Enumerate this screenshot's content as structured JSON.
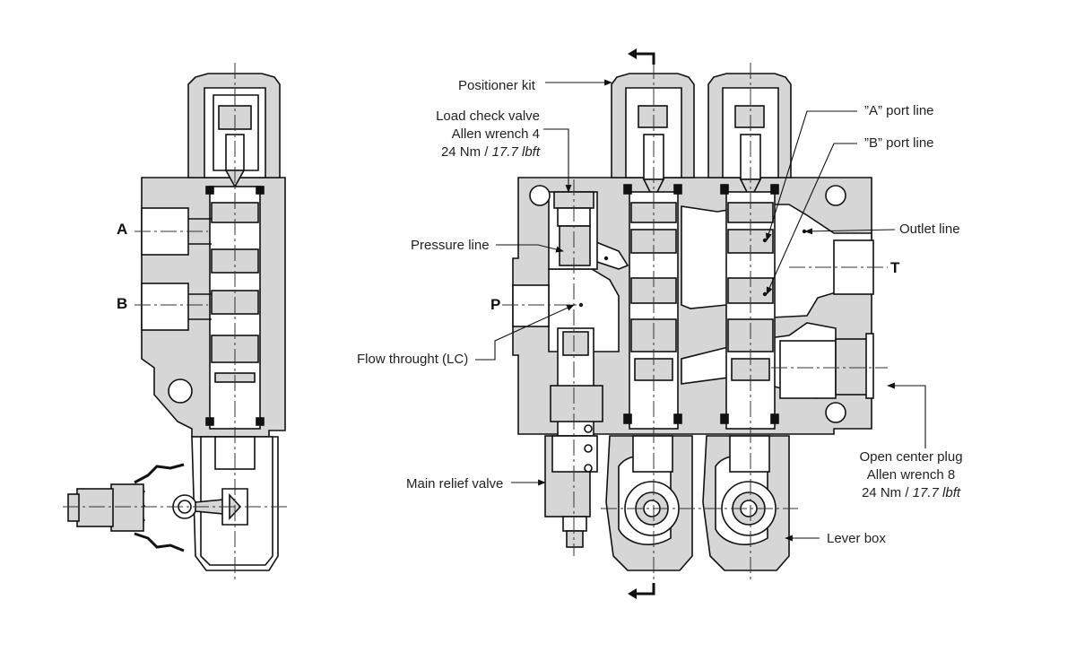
{
  "ports": {
    "A": "A",
    "B": "B",
    "P": "P",
    "T": "T"
  },
  "labels": {
    "positioner_kit": "Positioner kit",
    "load_check": {
      "line1": "Load check valve",
      "line2": "Allen wrench 4",
      "line3_a": "24 Nm / ",
      "line3_b": "17.7 lbft"
    },
    "pressure_line": "Pressure line",
    "flow_through": "Flow throught (LC)",
    "main_relief": "Main relief valve",
    "a_port_line": "”A” port line",
    "b_port_line": "”B” port line",
    "outlet_line": "Outlet line",
    "open_center": {
      "line1": "Open center plug",
      "line2": "Allen wrench 8",
      "line3_a": "24 Nm / ",
      "line3_b": "17.7 lbft"
    },
    "lever_box": "Lever box"
  },
  "colors": {
    "body": "#d6d6d6",
    "line": "#111111",
    "white": "#ffffff",
    "centerline": "#333333"
  }
}
